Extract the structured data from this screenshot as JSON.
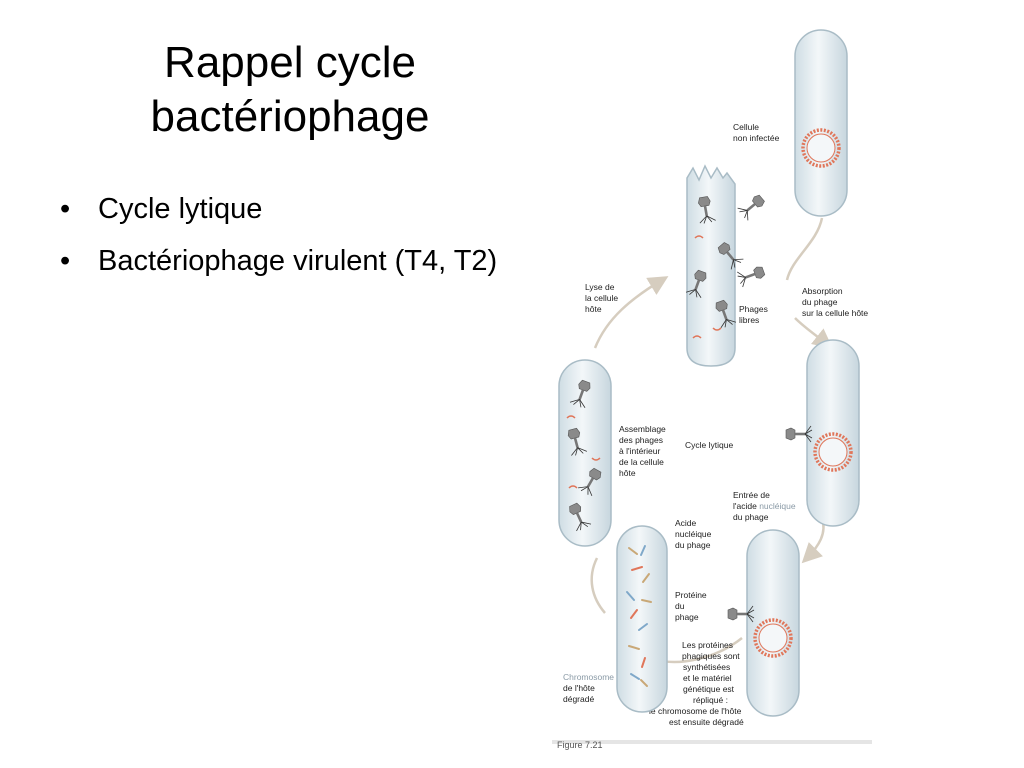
{
  "slide": {
    "title_line1": "Rappel cycle",
    "title_line2": "bactériophage",
    "bullets": [
      "Cycle lytique",
      "Bactériophage virulent (T4, T2)"
    ]
  },
  "figure": {
    "labels": {
      "cellule_line1": "Cellule",
      "cellule_line2": "non infectée",
      "absorption_line1": "Absorption",
      "absorption_line2": "du phage",
      "absorption_line3": "sur la cellule hôte",
      "lyse_line1": "Lyse de",
      "lyse_line2": "la cellule",
      "lyse_line3": "hôte",
      "phages_line1": "Phages",
      "phages_line2": "libres",
      "assemblage_line1": "Assemblage",
      "assemblage_line2": "des phages",
      "assemblage_line3": "à l'intérieur",
      "assemblage_line4": "de la cellule",
      "assemblage_line5": "hôte",
      "cycle": "Cycle lytique",
      "entree_line1": "Entrée de",
      "entree_line2a": "l'acide ",
      "entree_line2b": "nucléique",
      "entree_line3": "du phage",
      "acide_line1": "Acide",
      "acide_line2": "nucléique",
      "acide_line3": "du phage",
      "proteine_line1": "Protéine",
      "proteine_line2": "du",
      "proteine_line3": "phage",
      "proteines_line1": "Les protéines",
      "proteines_line2": "phagiques sont",
      "proteines_line3": "synthétisées",
      "proteines_line4": "et le matériel",
      "proteines_line5": "génétique est",
      "proteines_line6": "répliqué :",
      "proteines_line7": "le chromosome de l'hôte",
      "proteines_line8": "est ensuite dégradé",
      "chromosome_line1": "Chromosome",
      "chromosome_line2": "de l'hôte",
      "chromosome_line3": "dégradé"
    },
    "caption": "Figure 7.21"
  },
  "colors": {
    "cell_fill": "#e6eef2",
    "cell_stroke": "#a9bcc6",
    "dna": "#e0765a",
    "phage": "#777777",
    "arrow": "#d6cdbf"
  }
}
